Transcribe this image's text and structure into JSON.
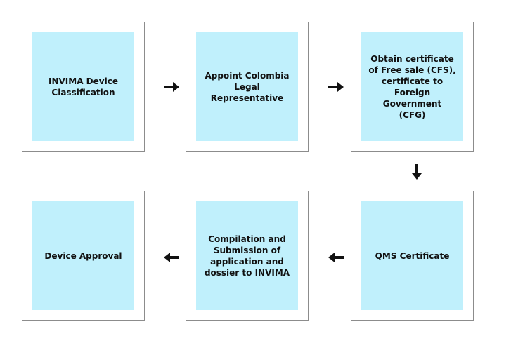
{
  "steps": [
    {
      "id": "invima-device-classification",
      "label": "INVIMA Device\nClassification"
    },
    {
      "id": "appoint-colombia-legal-representative",
      "label": "Appoint Colombia\nLegal Representative"
    },
    {
      "id": "obtain-certificate-cfs-cfg",
      "label": "Obtain certificate\nof Free  sale (CFS),\ncertificate to\nForeign Government\n(CFG)"
    },
    {
      "id": "qms-certificate",
      "label": "QMS Certificate"
    },
    {
      "id": "compilation-and-submission",
      "label": "Compilation and\nSubmission of\napplication and\ndossier to INVIMA"
    },
    {
      "id": "device-approval",
      "label": "Device Approval"
    }
  ],
  "colors": {
    "box_fill": "#c0f0fc",
    "box_border": "#8c8c8c",
    "arrow": "#111111"
  }
}
